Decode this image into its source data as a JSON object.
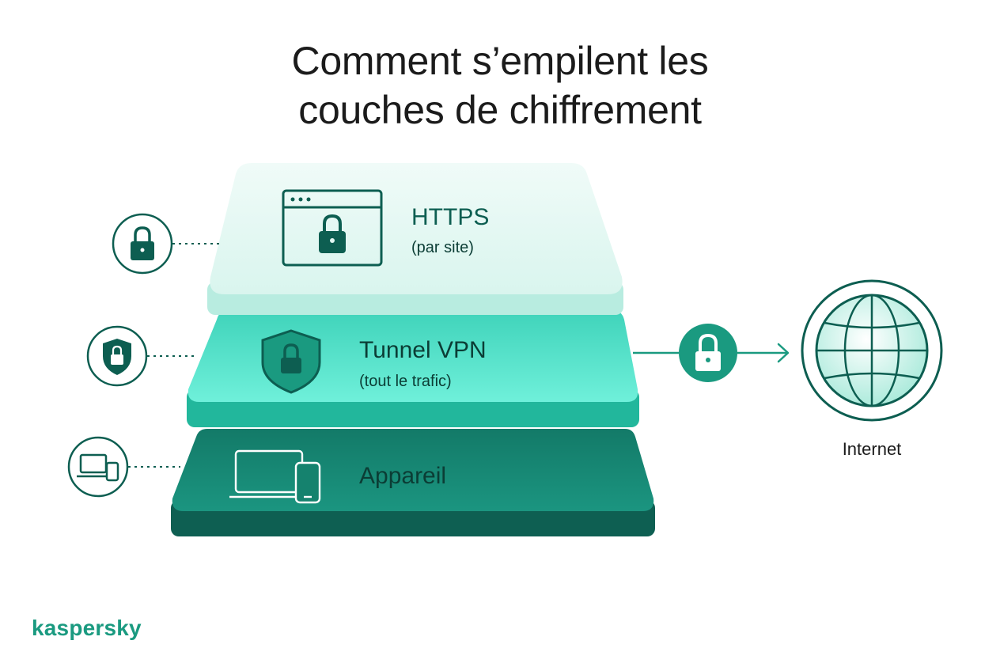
{
  "title": {
    "line1": "Comment s’empilent les",
    "line2": "couches de chiffrement"
  },
  "layers": [
    {
      "name": "HTTPS",
      "detail": "(par site)",
      "icon": "browser-lock-icon",
      "side_icon": "padlock-icon"
    },
    {
      "name": "Tunnel VPN",
      "detail": "(tout le trafic)",
      "icon": "shield-lock-icon",
      "side_icon": "shield-lock-icon"
    },
    {
      "name": "Appareil",
      "icon": "laptop-phone-icon",
      "side_icon": "devices-icon"
    }
  ],
  "destination": {
    "label": "Internet",
    "icon": "globe-icon",
    "connector_icon": "padlock-icon"
  },
  "brand": "kaspersky",
  "colors": {
    "top_layer": "#e2f7f2",
    "middle_layer": "#5de6cf",
    "bottom_layer": "#15826e",
    "accent": "#1a9a80",
    "dark_teal": "#0d5e51",
    "text_dark": "#1b1b1b"
  }
}
